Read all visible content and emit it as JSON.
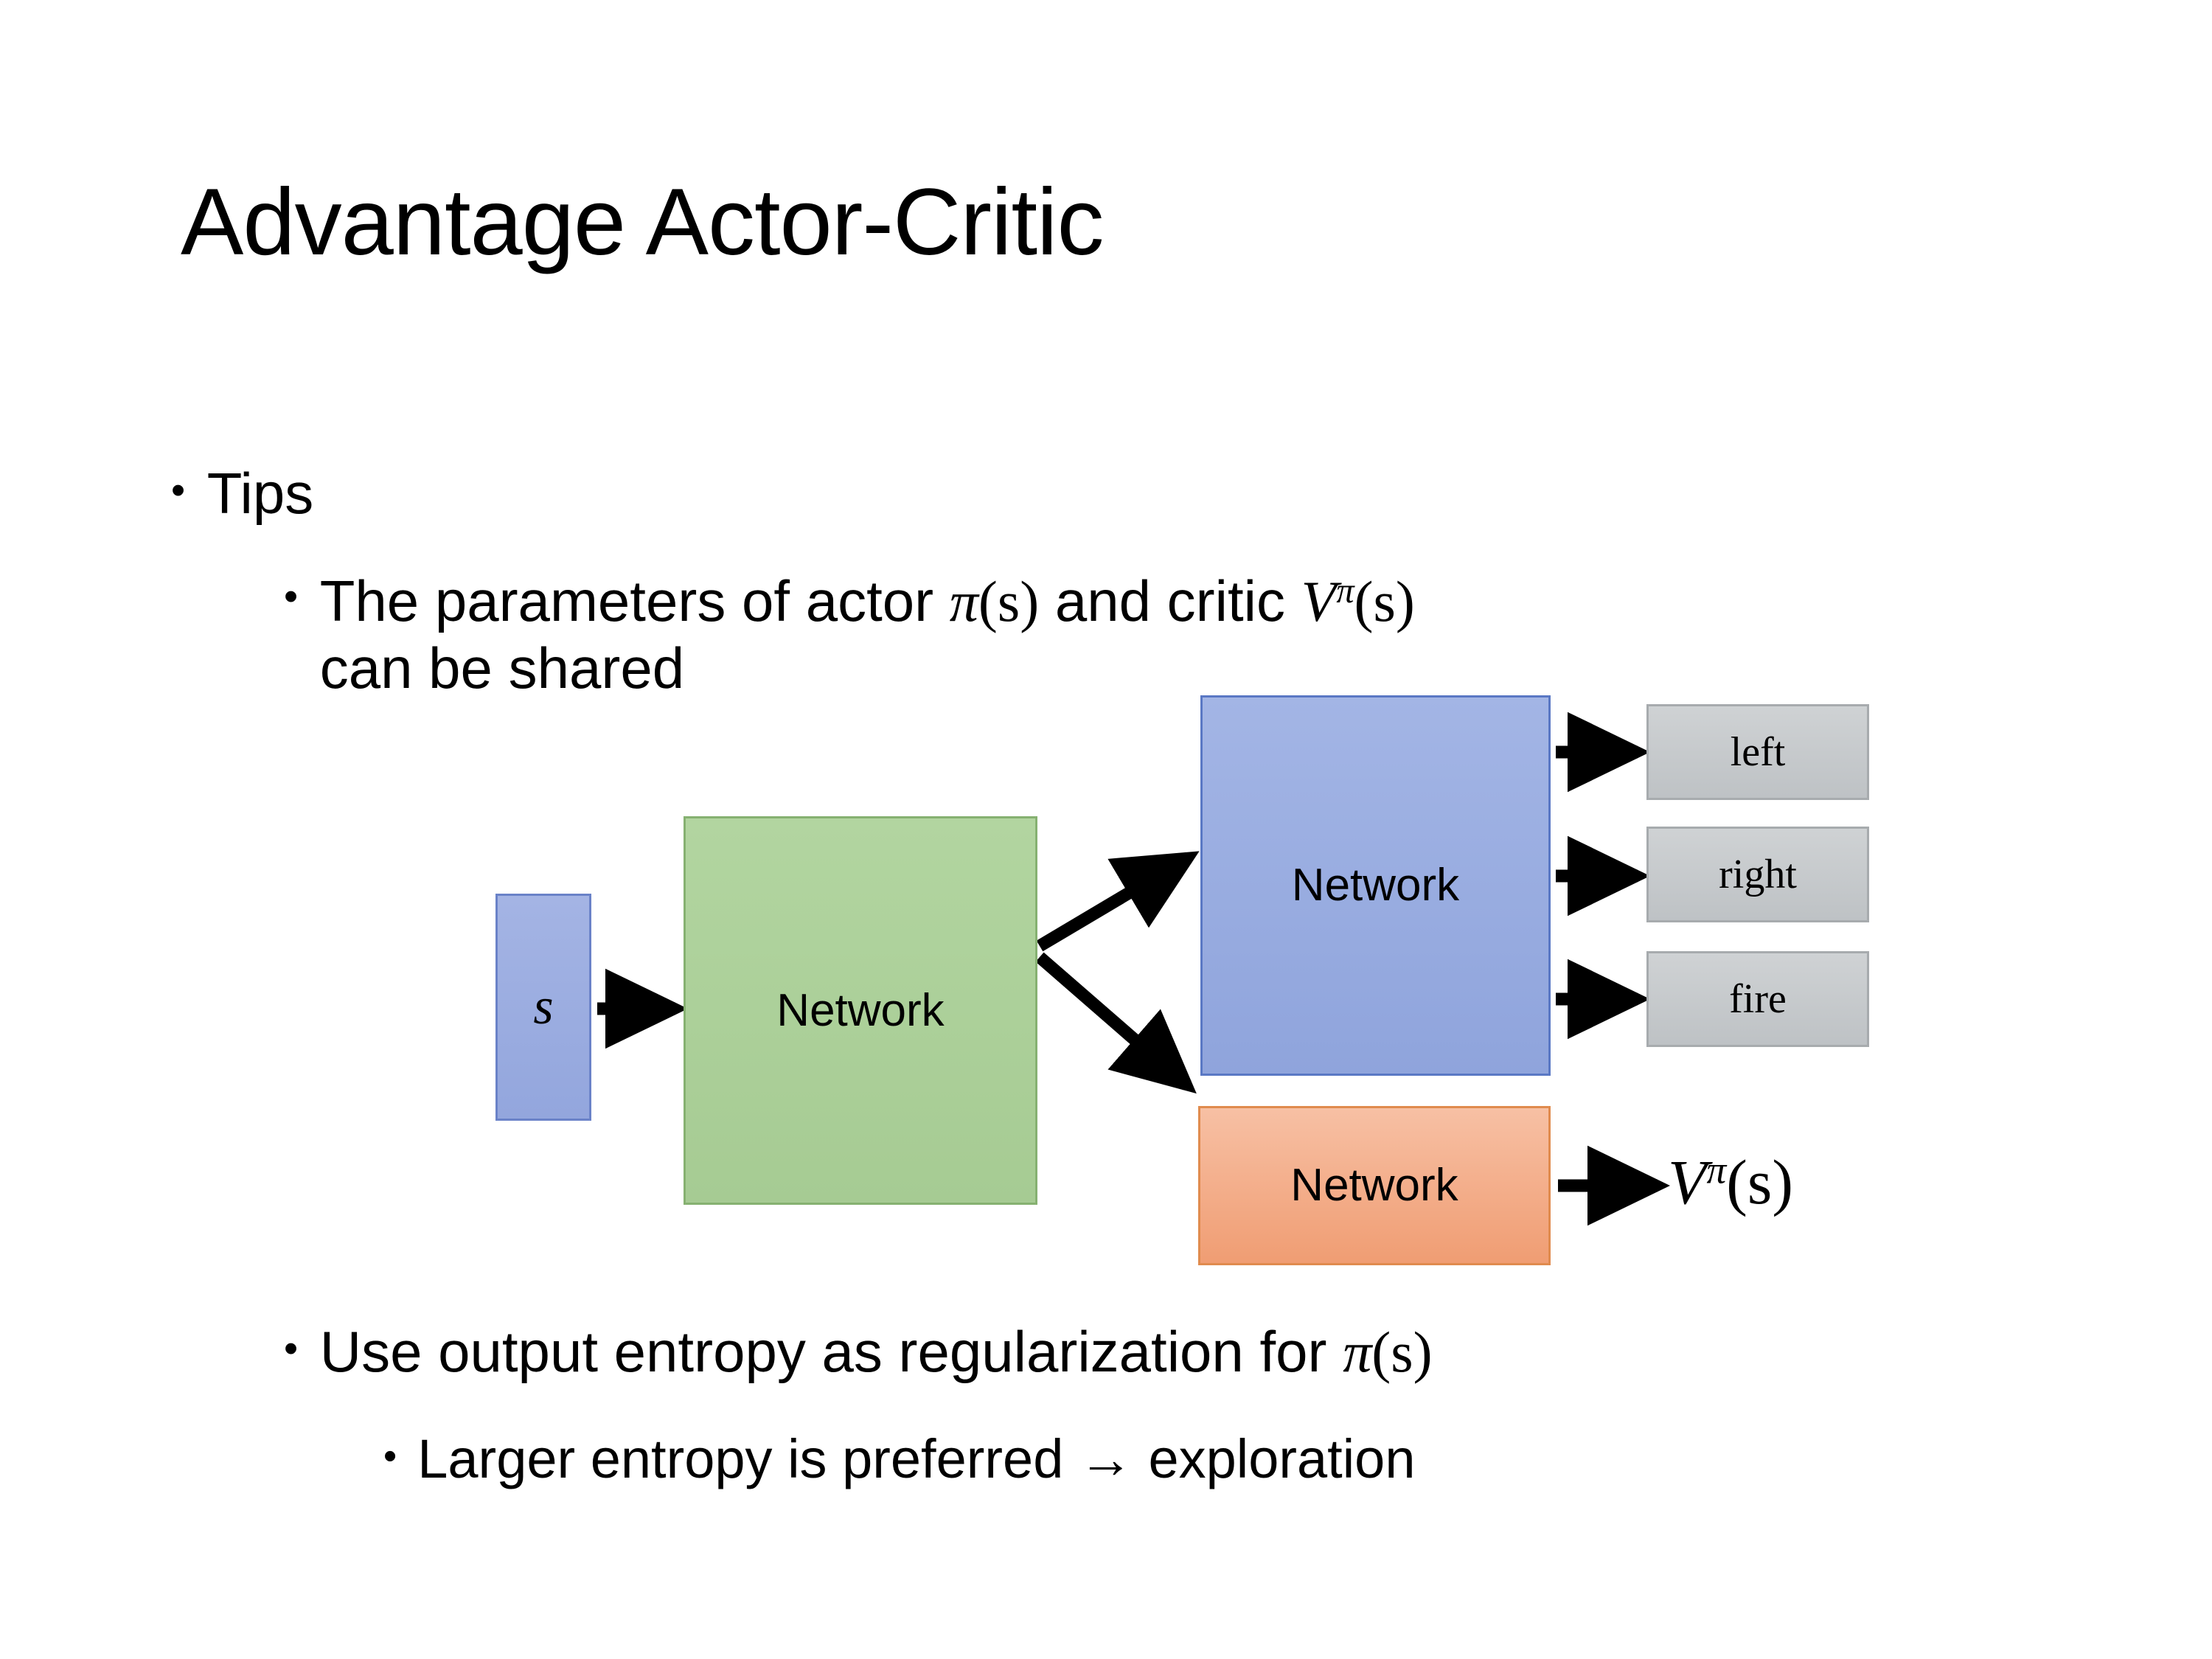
{
  "slide": {
    "title": "Advantage Actor-Critic",
    "background_color": "#ffffff"
  },
  "bullets": {
    "tips": {
      "marker": "•",
      "text": "Tips"
    },
    "parameters": {
      "marker": "•",
      "text_before_math1": "The parameters of actor ",
      "math1_pi": "π",
      "math1_arg": "(s)",
      "text_between": "  and critic ",
      "math2_v": "V",
      "math2_sup": "π",
      "math2_arg": "(s)",
      "text_line2": "can be shared"
    },
    "entropy": {
      "marker": "•",
      "text_before_math": "Use output entropy as regularization for ",
      "math_pi": "π",
      "math_arg": "(s)"
    },
    "larger": {
      "marker": "•",
      "text": "Larger entropy is preferred → exploration"
    }
  },
  "diagram": {
    "input_state": {
      "label": "s",
      "fill_color": "#9aacdf",
      "border_color": "#6a82c8"
    },
    "shared_network": {
      "label": "Network",
      "fill_color": "#aacf98",
      "border_color": "#86b171"
    },
    "actor_network": {
      "label": "Network",
      "fill_color": "#96a9df",
      "border_color": "#5a78c4"
    },
    "critic_network": {
      "label": "Network",
      "fill_color": "#f3aa87",
      "border_color": "#e08b4e"
    },
    "actions": [
      {
        "label": "left"
      },
      {
        "label": "right"
      },
      {
        "label": "fire"
      }
    ],
    "action_box_fill": "#c7cbcd",
    "action_box_border": "#a7abae",
    "value_output": {
      "math_v": "V",
      "math_sup": "π",
      "math_arg": "(s)"
    },
    "arrow_color": "#000000",
    "arrows": [
      {
        "name": "state-to-shared",
        "from": "input_state",
        "to": "shared_network"
      },
      {
        "name": "shared-to-actor",
        "from": "shared_network",
        "to": "actor_network"
      },
      {
        "name": "shared-to-critic",
        "from": "shared_network",
        "to": "critic_network"
      },
      {
        "name": "actor-to-left",
        "from": "actor_network",
        "to": "action-left"
      },
      {
        "name": "actor-to-right",
        "from": "actor_network",
        "to": "action-right"
      },
      {
        "name": "actor-to-fire",
        "from": "actor_network",
        "to": "action-fire"
      },
      {
        "name": "critic-to-value",
        "from": "critic_network",
        "to": "value_output"
      }
    ]
  }
}
